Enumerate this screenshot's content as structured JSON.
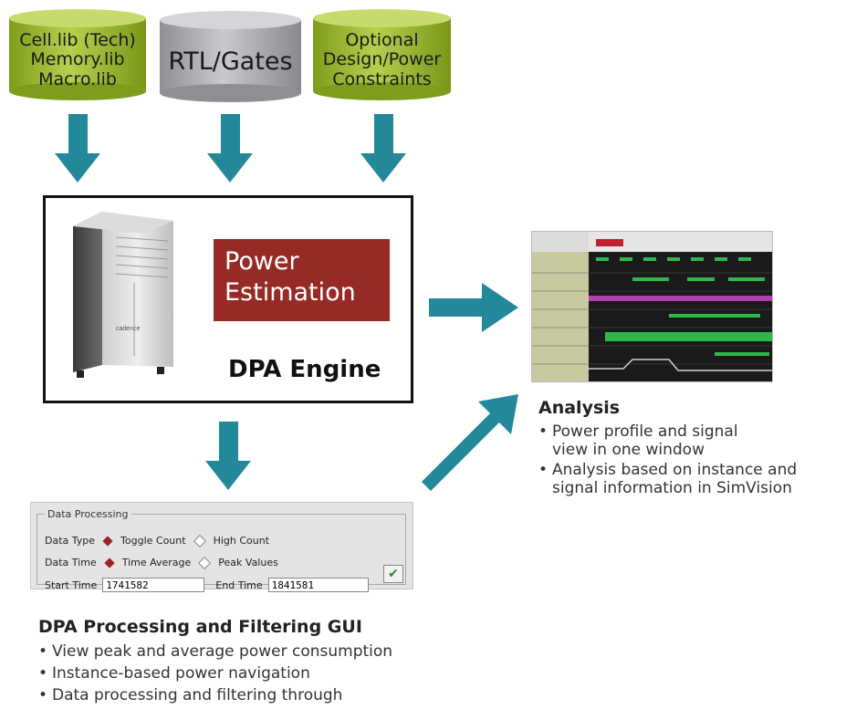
{
  "inputs": {
    "libraries": [
      "Cell.lib (Tech)",
      "Memory.lib",
      "Macro.lib"
    ],
    "design": "RTL/Gates",
    "constraints": [
      "Optional",
      "Design/Power",
      "Constraints"
    ]
  },
  "engine": {
    "power_estimation": [
      "Power",
      "Estimation"
    ],
    "name": "DPA Engine",
    "server_brand": "cadence"
  },
  "gui_panel": {
    "legend": "Data Processing",
    "row1": {
      "label": "Data Type",
      "opt_selected": "Toggle Count",
      "opt_other": "High Count"
    },
    "row2": {
      "label": "Data Time",
      "opt_selected": "Time Average",
      "opt_other": "Peak Values"
    },
    "row3": {
      "start_label": "Start Time",
      "start_value": "1741582",
      "end_label": "End Time",
      "end_value": "1841581"
    }
  },
  "analysis": {
    "title": "Analysis",
    "bullets": [
      [
        "Power profile and signal",
        "view in one window"
      ],
      [
        "Analysis based on instance and",
        "signal information in SimVision"
      ]
    ]
  },
  "gui_section": {
    "title": "DPA Processing and Filtering GUI",
    "bullets": [
      "View peak and average power consumption",
      "Instance-based power navigation",
      "Data processing and filtering through"
    ]
  },
  "colors": {
    "green_cylinder": "#9dbb2f",
    "gray_cylinder": "#b3b4b8",
    "arrow": "#23899a",
    "power_box": "#962b26"
  }
}
